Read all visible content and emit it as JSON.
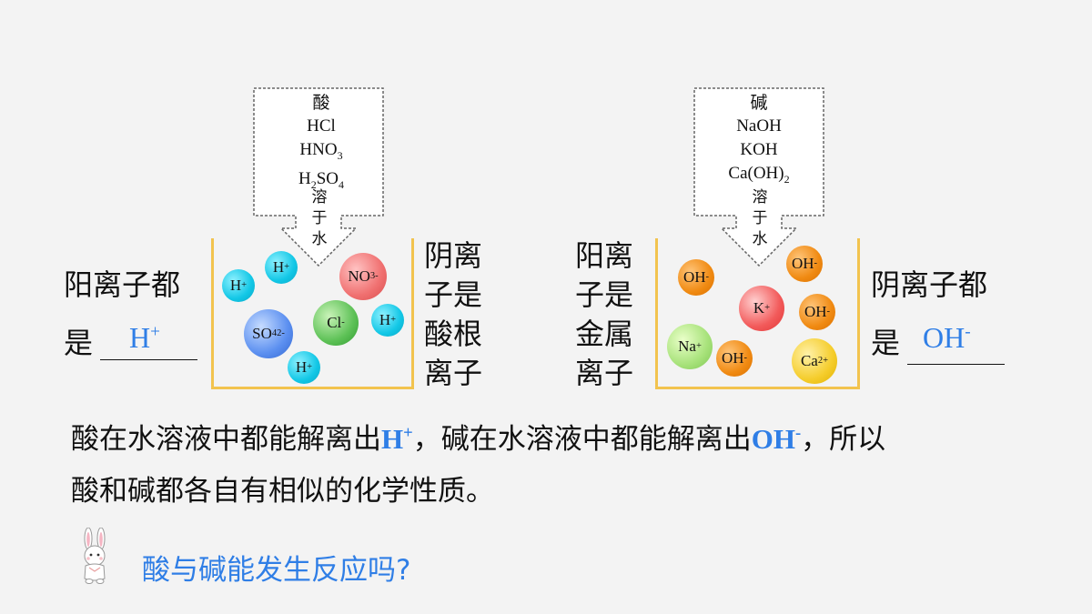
{
  "acid": {
    "title": "酸",
    "formulas": [
      "HCl",
      "HNO3",
      "H2SO4"
    ],
    "dissolve": [
      "溶",
      "于",
      "水"
    ],
    "cation_text_line1": "阳离子都",
    "cation_text_line2": "是",
    "cation_answer": "H",
    "cation_answer_charge": "+",
    "anion_text": [
      "阴离",
      "子是",
      "酸根",
      "离子"
    ]
  },
  "base": {
    "title": "碱",
    "formulas": [
      "NaOH",
      "KOH",
      "Ca(OH)2"
    ],
    "dissolve": [
      "溶",
      "于",
      "水"
    ],
    "cation_text": [
      "阳离",
      "子是",
      "金属",
      "离子"
    ],
    "anion_text_line1": "阴离子都",
    "anion_text_line2": "是",
    "anion_answer": "OH",
    "anion_answer_charge": "-"
  },
  "acid_ions": [
    {
      "base": "H",
      "charge": "+"
    },
    {
      "base": "H",
      "charge": "+"
    },
    {
      "base": "NO",
      "sub": "3",
      "charge": "-"
    },
    {
      "base": "SO",
      "sub": "4",
      "charge": "2-"
    },
    {
      "base": "Cl",
      "charge": "-"
    },
    {
      "base": "H",
      "charge": "+"
    },
    {
      "base": "H",
      "charge": "+"
    }
  ],
  "base_ions": [
    {
      "base": "OH",
      "charge": "-"
    },
    {
      "base": "OH",
      "charge": "-"
    },
    {
      "base": "K",
      "charge": "+"
    },
    {
      "base": "OH",
      "charge": "-"
    },
    {
      "base": "Na",
      "charge": "+"
    },
    {
      "base": "OH",
      "charge": "-"
    },
    {
      "base": "Ca",
      "charge": "2+"
    }
  ],
  "summary": {
    "part1": "酸在水溶液中都能解离出",
    "h_ion": "H",
    "h_charge": "+",
    "part2": "，碱在水溶液中都能解离出",
    "oh_ion": "OH",
    "oh_charge": "-",
    "part3": "，所以",
    "line2": "酸和碱都各自有相似的化学性质。"
  },
  "question": "酸与碱能发生反应吗?"
}
